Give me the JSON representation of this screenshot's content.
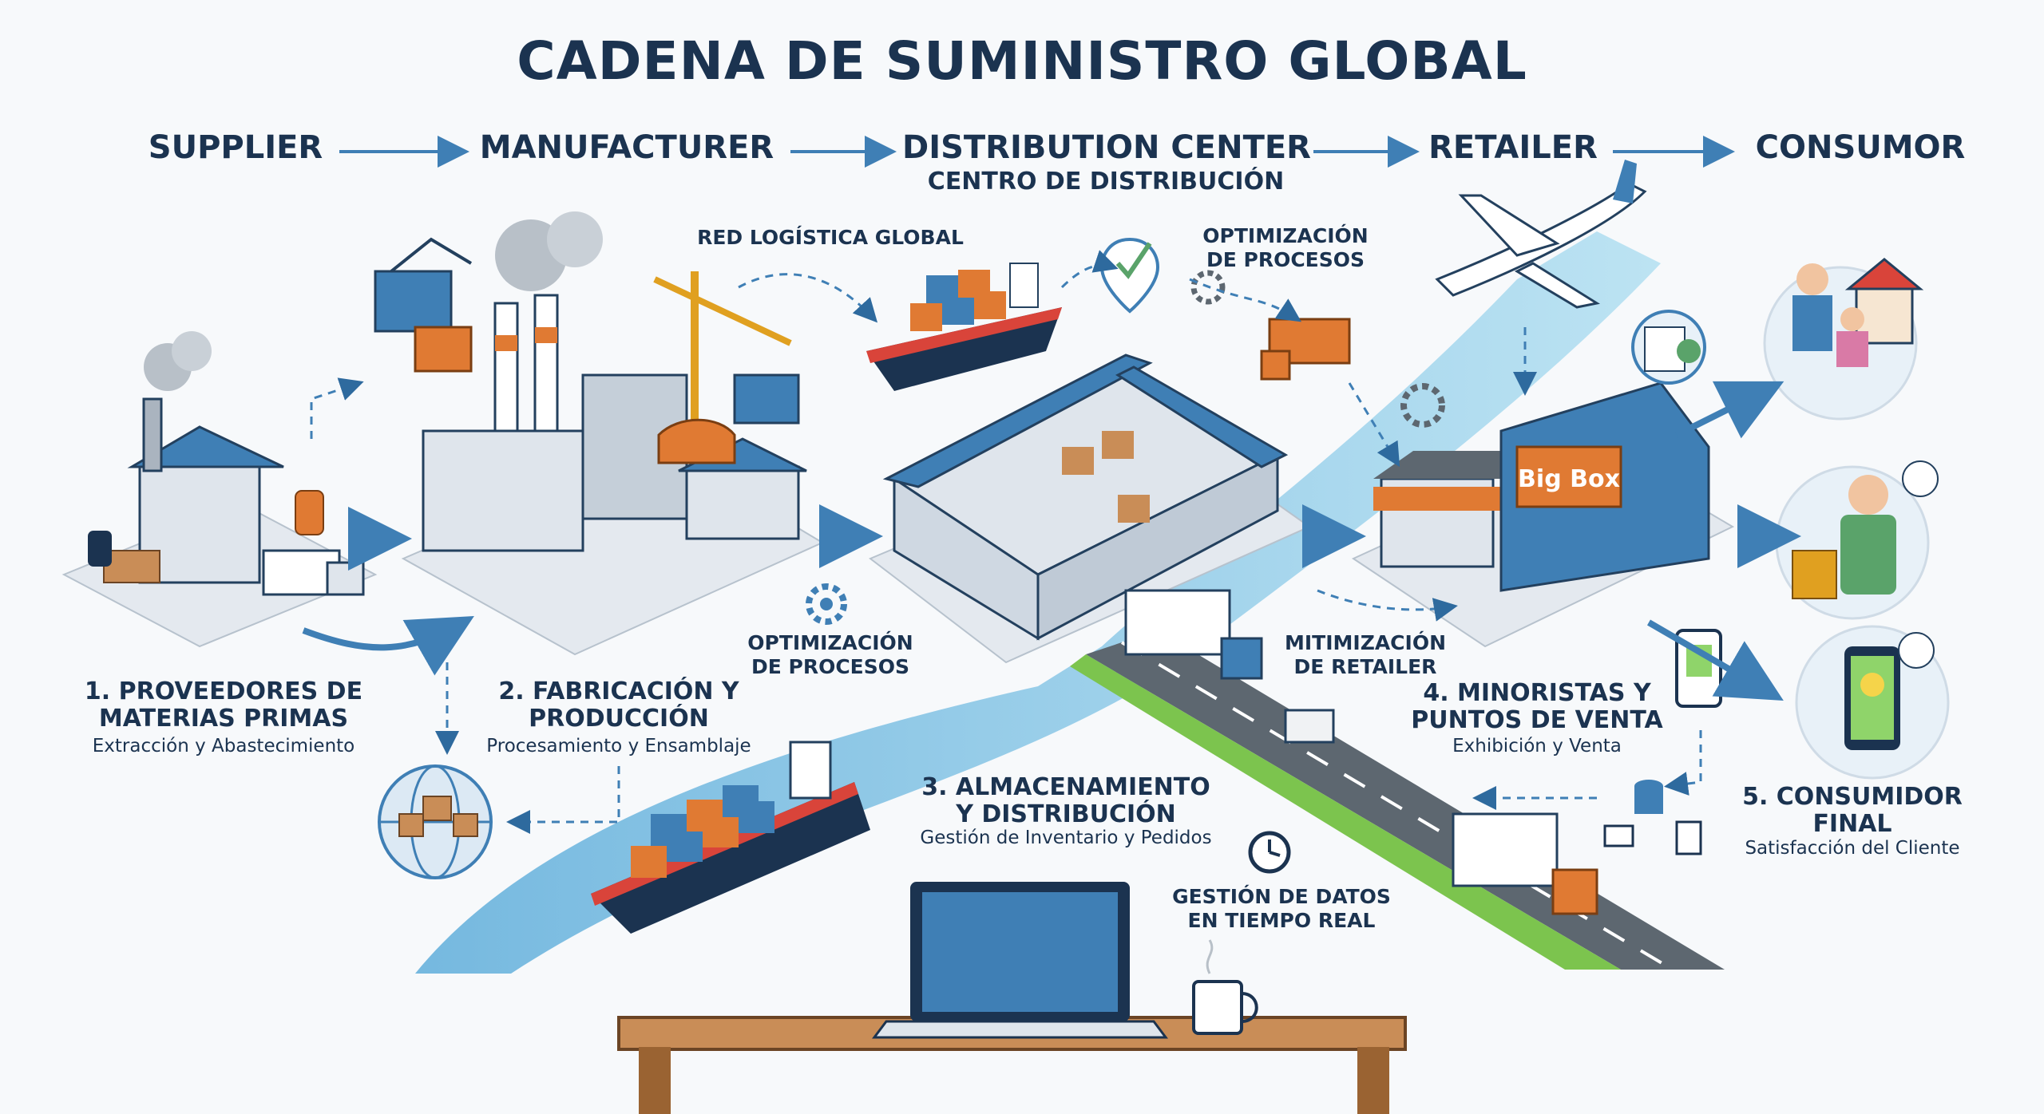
{
  "title": "CADENA DE SUMINISTRO GLOBAL",
  "stages": [
    {
      "label": "SUPPLIER"
    },
    {
      "label": "MANUFACTURER"
    },
    {
      "label": "DISTRIBUTION CENTER",
      "sublabel": "CENTRO DE DISTRIBUCIÓN"
    },
    {
      "label": "RETAILER"
    },
    {
      "label": "CONSUMOR"
    }
  ],
  "steps": [
    {
      "title1": "1. PROVEEDORES DE",
      "title2": "MATERIAS PRIMAS",
      "desc": "Extracción y Abastecimiento"
    },
    {
      "title1": "2. FABRICACIÓN Y",
      "title2": "PRODUCCIÓN",
      "desc": "Procesamiento y Ensamblaje"
    },
    {
      "title1": "3. ALMACENAMIENTO",
      "title2": "Y DISTRIBUCIÓN",
      "desc": "Gestión de Inventario y Pedidos"
    },
    {
      "title1": "4. MINORISTAS Y",
      "title2": "PUNTOS DE VENTA",
      "desc": "Exhibición y Venta"
    },
    {
      "title1": "5. CONSUMIDOR",
      "title2": "FINAL",
      "desc": "Satisfacción del Cliente"
    }
  ],
  "annotations": {
    "red_logistica": "RED LOGÍSTICA GLOBAL",
    "optim_top_1": "OPTIMIZACIÓN",
    "optim_top_2": "DE PROCESOS",
    "optim_mid_1": "OPTIMIZACIÓN",
    "optim_mid_2": "DE PROCESOS",
    "mitim_1": "MITIMIZACIÓN",
    "mitim_2": "DE RETAILER",
    "gestion_1": "GESTIÓN DE DATOS",
    "gestion_2": "EN TIEMPO REAL"
  },
  "store_sign": "Big Box",
  "colors": {
    "navy": "#1b3350",
    "blue": "#3f7fb5",
    "orange": "#e07a33",
    "water": "#7cc3e3",
    "road": "#5d6770",
    "grass": "#7cc44e",
    "wood": "#c98d57"
  }
}
